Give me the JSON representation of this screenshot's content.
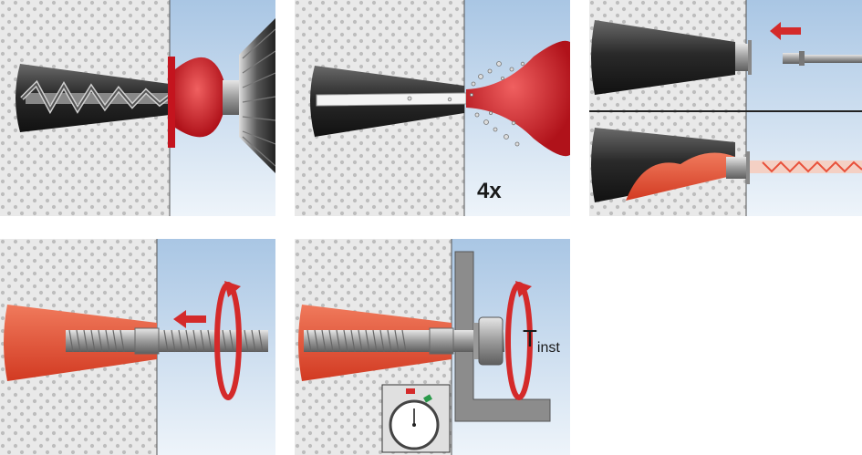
{
  "steps": [
    {
      "name": "drill-hole"
    },
    {
      "name": "clean-hole",
      "repeat_label": "4x"
    },
    {
      "name": "inject-mortar"
    },
    {
      "name": "insert-rod"
    },
    {
      "name": "apply-torque",
      "torque_label_main": "T",
      "torque_label_sub": "inst"
    }
  ],
  "colors": {
    "concrete": "#e8e8e8",
    "aggregate_dot": "#b8b8b8",
    "air": "#c9dcee",
    "mortar": "#e8503a",
    "arrow_red": "#d42a2a",
    "steel": "#9a9a9a",
    "hole_dark": "#2c2c2c",
    "fixture": "#8c8c8c"
  },
  "icons": [
    "drill-chuck-icon",
    "blow-pump-icon",
    "dispenser-nozzle-icon",
    "threaded-rod-icon",
    "stopwatch-icon",
    "rotation-arrow-icon"
  ]
}
